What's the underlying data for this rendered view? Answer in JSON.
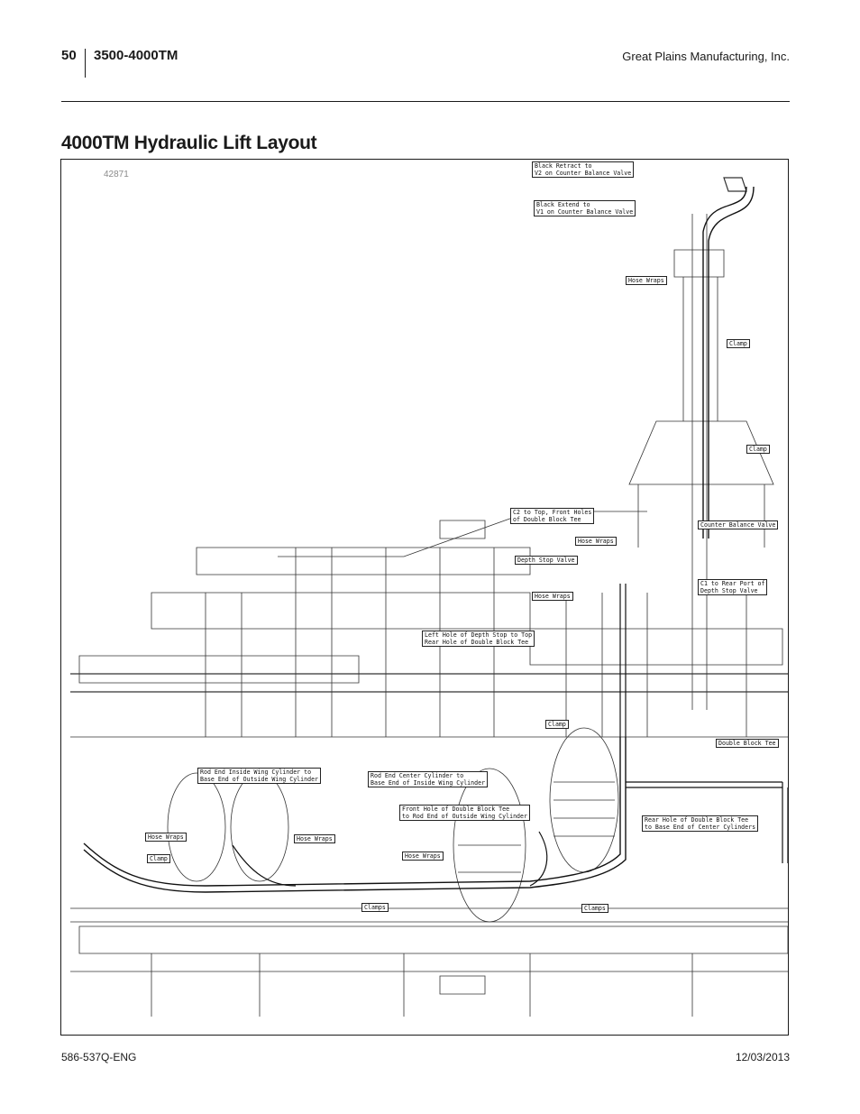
{
  "header": {
    "page_number": "50",
    "model": "3500-4000TM",
    "company": "Great Plains Manufacturing, Inc."
  },
  "title": "4000TM Hydraulic Lift Layout",
  "figure": {
    "figure_number": "42871",
    "callouts": [
      "Black Retract to\nV2 on Counter Balance Valve",
      "Black Extend to\nV1 on Counter Balance Valve",
      "Hose Wraps",
      "Clamp",
      "Clamp",
      "C2 to Top, Front Holes\nof Double Block Tee",
      "Counter Balance Valve",
      "Hose Wraps",
      "Depth Stop Valve",
      "C1 to Rear Port of\nDepth Stop Valve",
      "Hose Wraps",
      "Left Hole of Depth Stop to Top\nRear Hole of Double Block Tee",
      "Clamp",
      "Double Block Tee",
      "Rod End Inside Wing Cylinder to\nBase End of Outside Wing Cylinder",
      "Rod End Center Cylinder to\nBase End of Inside Wing Cylinder",
      "Front Hole of Double Block Tee\nto Rod End of Outside Wing Cylinder",
      "Rear Hole of Double Block Tee\nto Base End of Center Cylinders",
      "Hose Wraps",
      "Clamp",
      "Hose Wraps",
      "Hose Wraps",
      "Clamps",
      "Clamps"
    ]
  },
  "footer": {
    "doc_id": "586-537Q-ENG",
    "date": "12/03/2013"
  }
}
